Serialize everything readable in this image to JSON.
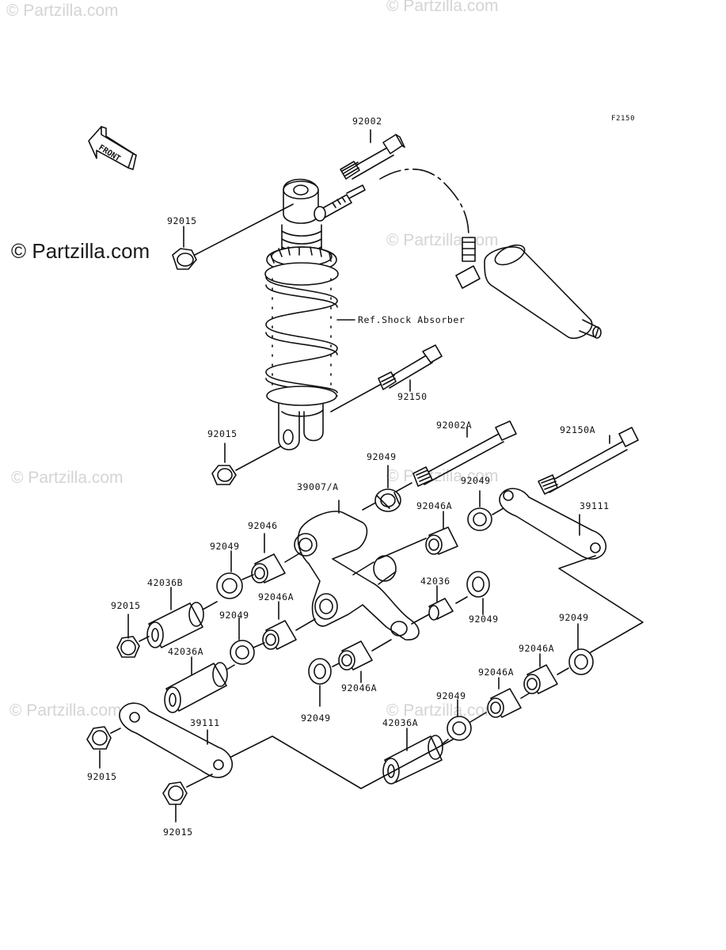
{
  "watermarks": {
    "top_left": "© Partzilla.com",
    "top_right": "© Partzilla.com",
    "main": "© Partzilla.com",
    "mid_right": "© Partzilla.com",
    "mid_left": "© Partzilla.com",
    "center": "© Partzilla.com",
    "lower_left": "© Partzilla.com",
    "lower_right": "© Partzilla.com"
  },
  "figure_code": "F2150",
  "front_arrow_label": "FRONT",
  "ref_label": "Ref.Shock Absorber",
  "parts": {
    "bolt_top": "92002",
    "nut_upper": "92015",
    "bolt_92150": "92150",
    "nut_mid": "92015",
    "bolt_92002a": "92002A",
    "bolt_92150a": "92150A",
    "collar_92049_top": "92049",
    "rocker_arm": "39007/A",
    "collar_92049_right": "92049",
    "bearing_92046a_top": "92046A",
    "tie_rod_right": "39111",
    "bearing_92046": "92046",
    "collar_92049_left": "92049",
    "sleeve_42036b": "42036B",
    "nut_left": "92015",
    "bearing_92046a_mid": "92046A",
    "collar_92049_mid": "92049",
    "sleeve_42036": "42036",
    "collar_92049_r2": "92049",
    "sleeve_42036a_left": "42036A",
    "collar_92049_r3": "92049",
    "bearing_92046a_r3": "92046A",
    "bearing_92046a_low": "92046A",
    "collar_92049_low": "92049",
    "bearing_92046a_r4": "92046A",
    "collar_92049_r4": "92049",
    "tie_rod_left": "39111",
    "sleeve_42036a_low": "42036A",
    "nut_lower_left": "92015",
    "nut_bottom": "92015"
  }
}
